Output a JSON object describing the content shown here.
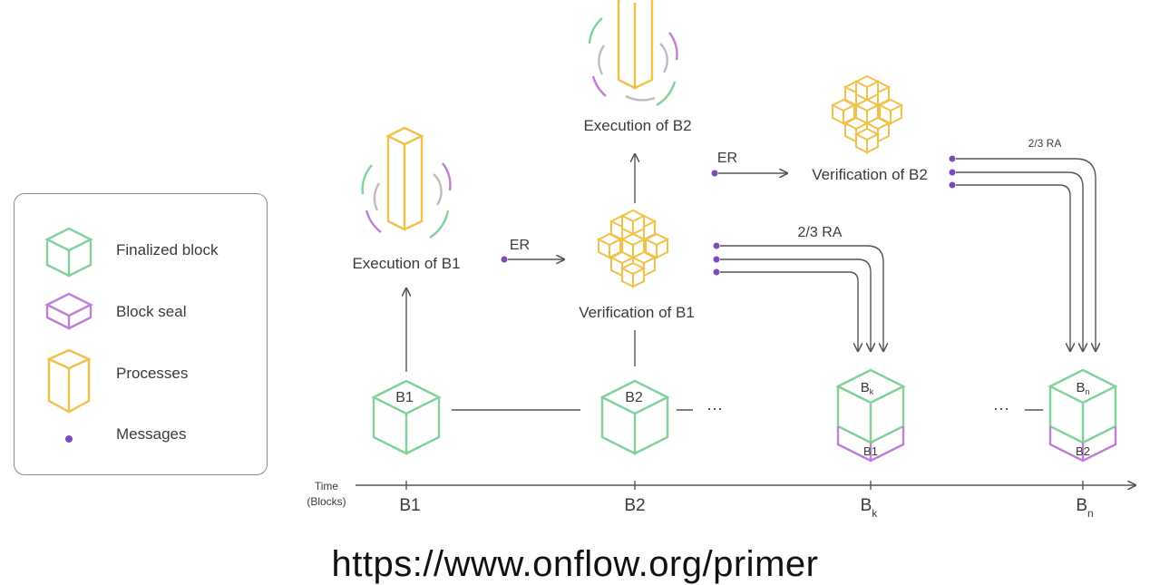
{
  "legend": {
    "items": [
      {
        "label": "Finalized block",
        "icon": "green-cube-icon"
      },
      {
        "label": "Block seal",
        "icon": "purple-slab-icon"
      },
      {
        "label": "Processes",
        "icon": "yellow-prism-icon"
      },
      {
        "label": "Messages",
        "icon": "purple-dot-icon"
      }
    ]
  },
  "nodes": {
    "execution_b1": "Execution of B1",
    "execution_b2": "Execution of B2",
    "verification_b1": "Verification of B1",
    "verification_b2": "Verification of B2"
  },
  "messages": {
    "er": "ER",
    "ra_main": "2/3 RA",
    "ra_small": "2/3 RA"
  },
  "blocks": {
    "b1": "B1",
    "b2": "B2",
    "bk": "B",
    "bk_sub": "k",
    "bn": "B",
    "bn_sub": "n",
    "seal_k": "B1",
    "seal_n": "B2",
    "ellipsis": "···"
  },
  "timeline": {
    "label_line1": "Time",
    "label_line2": "(Blocks)",
    "ticks": [
      {
        "main": "B1",
        "sub": ""
      },
      {
        "main": "B2",
        "sub": ""
      },
      {
        "main": "B",
        "sub": "k"
      },
      {
        "main": "B",
        "sub": "n"
      }
    ]
  },
  "url": "https://www.onflow.org/primer",
  "colors": {
    "green": "#7fd39a",
    "purple": "#c07ed6",
    "yellow": "#f0c24a",
    "message": "#7b4bb8",
    "line": "#555555",
    "gray": "#bdbdbd"
  }
}
